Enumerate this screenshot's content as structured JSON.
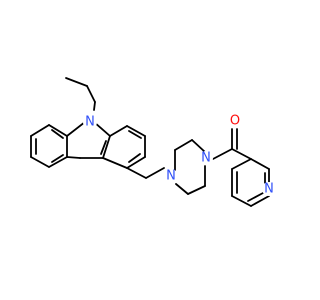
{
  "molecule": {
    "atom_labels": {
      "n_carbazole": "N",
      "n_piperazine_left": "N",
      "n_piperazine_right": "N",
      "o_carbonyl": "O",
      "n_pyridine": "N"
    },
    "colors": {
      "nitrogen": "#3050F8",
      "oxygen": "#FF0D0D",
      "bond": "#000000"
    }
  }
}
